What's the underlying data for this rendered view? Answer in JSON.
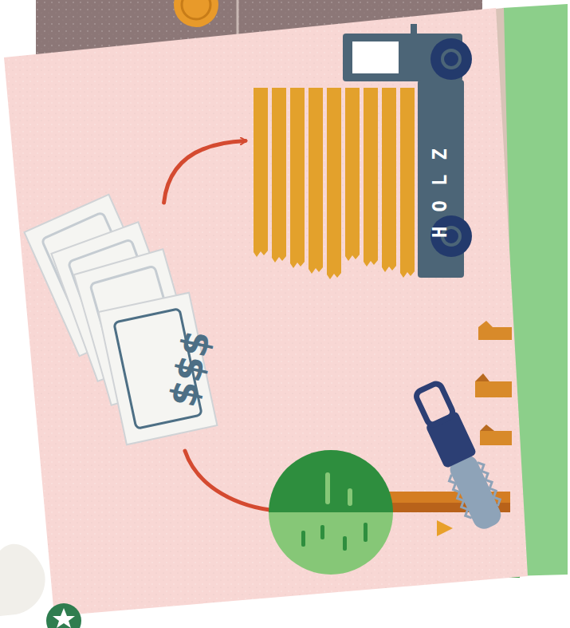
{
  "diagram": {
    "nodes": [
      {
        "text": [
          "$$$"
        ]
      },
      {
        "text": [
          "HOLZ"
        ]
      }
    ],
    "edges": [
      {
        "from": 0,
        "to": 1,
        "arrow": "to"
      }
    ]
  }
}
